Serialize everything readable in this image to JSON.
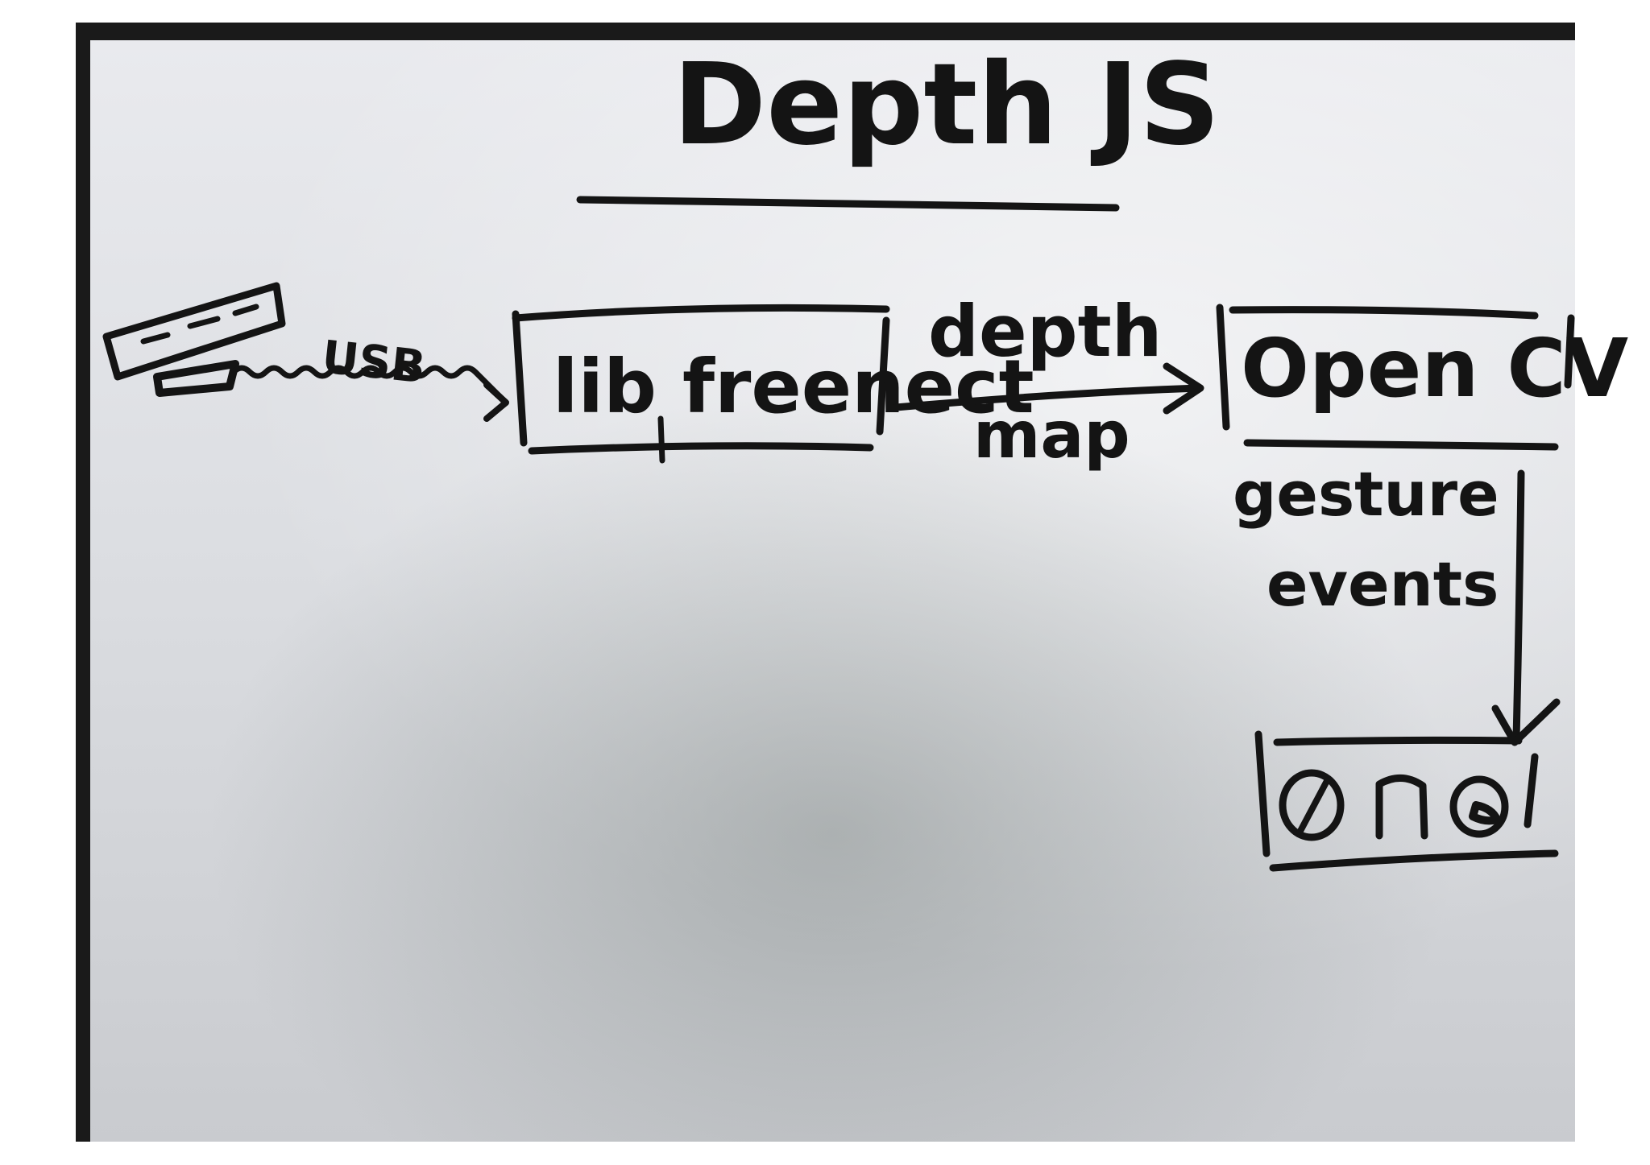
{
  "diagram": {
    "title": "Depth JS",
    "usb_label": "USB",
    "box_libfreenect": "lib freenect",
    "edge_depth_map_top": "depth",
    "edge_depth_map_bottom": "map",
    "box_opencv": "Open CV",
    "edge_gesture_top": "gesture",
    "edge_gesture_bottom": "events",
    "browser_icons": [
      "safari-icon",
      "chrome-icon",
      "firefox-icon"
    ],
    "ink_color": "#141414",
    "board_color": "#e3e4e8"
  }
}
